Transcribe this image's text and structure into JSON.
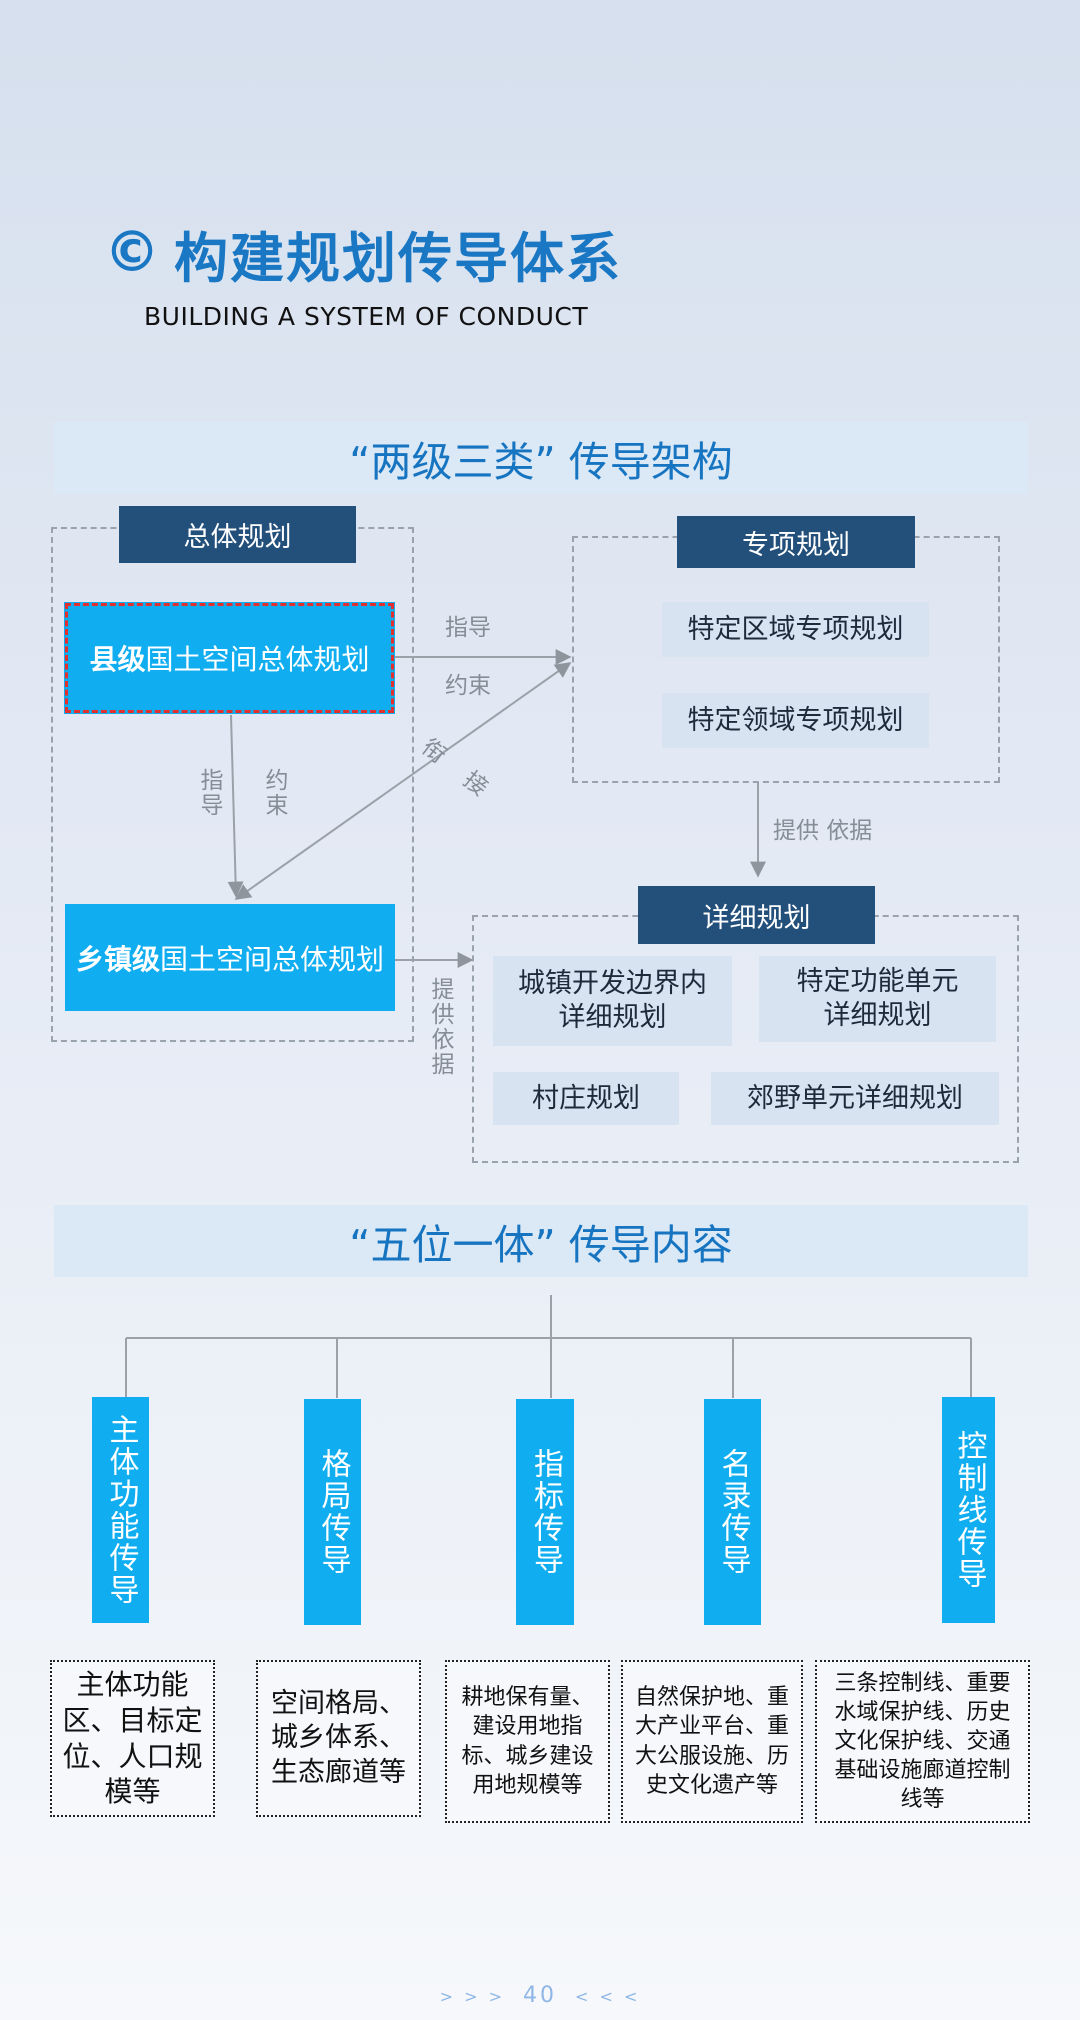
{
  "header": {
    "icon": "copyright-icon",
    "title": "构建规划传导体系",
    "subtitle": "BUILDING A SYSTEM OF CONDUCT"
  },
  "section1": {
    "banner": "“两级三类” 传导架构",
    "overall": {
      "tab": "总体规划",
      "county_bold": "县级",
      "county_rest": "国土空间总体规划",
      "town_bold": "乡镇级",
      "town_rest": "国土空间总体规划"
    },
    "special": {
      "tab": "专项规划",
      "items": [
        "特定区域专项规划",
        "特定领域专项规划"
      ]
    },
    "detail": {
      "tab": "详细规划",
      "items": [
        "城镇开发边界内详细规划",
        "特定功能单元详细规划",
        "村庄规划",
        "郊野单元详细规划"
      ],
      "item0_line1": "城镇开发边界内",
      "item0_line2": "详细规划",
      "item1_line1": "特定功能单元",
      "item1_line2": "详细规划"
    },
    "labels": {
      "guide_top": "指导",
      "constrain_top": "约束",
      "guide_left": "指导",
      "constrain_left": "约束",
      "connect": "衔接",
      "provide_basis": "提供 依据",
      "provide_basis_vertical": "提供依据"
    }
  },
  "section2": {
    "banner": "“五位一体” 传导内容",
    "pillars": [
      {
        "label": "主体功能传导",
        "desc": "主体功能区、目标定位、人口规模等"
      },
      {
        "label": "格局传导",
        "desc": "空间格局、城乡体系、生态廊道等"
      },
      {
        "label": "指标传导",
        "desc": "耕地保有量、建设用地指标、城乡建设用地规模等"
      },
      {
        "label": "名录传导",
        "desc": "自然保护地、重大产业平台、重大公服设施、历史文化遗产等"
      },
      {
        "label": "控制线传导",
        "desc": "三条控制线、重要水域保护线、历史文化保护线、交通基础设施廊道控制线等"
      }
    ]
  },
  "footer": {
    "left_arrows": "> > >",
    "page": "40",
    "right_arrows": "< < <"
  },
  "colors": {
    "title_blue": "#1977c3",
    "dark_tab": "#234f7b",
    "cyan": "#10aef0",
    "banner_bg": "#dbe8f6",
    "light_box": "#d8e3f1",
    "highlight_dash": "#e03030"
  }
}
